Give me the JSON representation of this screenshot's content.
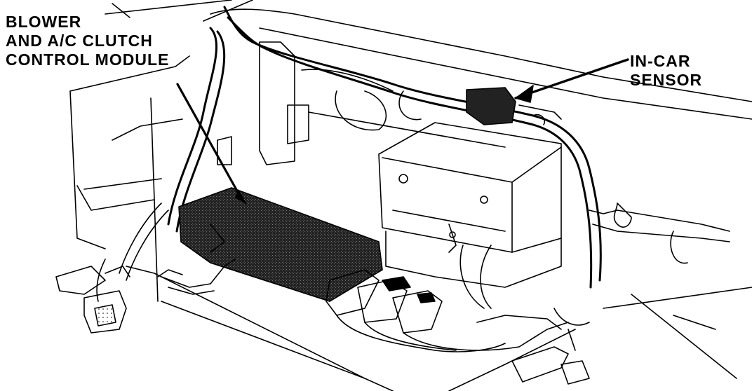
{
  "labels": {
    "blower_module": [
      "BLOWER",
      "AND A/C CLUTCH",
      "CONTROL MODULE"
    ],
    "in_car_sensor": [
      "IN-CAR",
      "SENSOR"
    ]
  },
  "colors": {
    "ink": "#000000",
    "paper": "#ffffff",
    "module_fill": "#1a1a1a"
  }
}
